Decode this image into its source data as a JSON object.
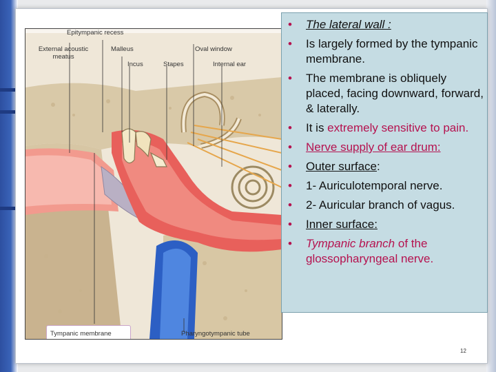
{
  "figure": {
    "labels": {
      "epitympanic_recess": "Epitympanic recess",
      "external_acoustic_meatus": "External acoustic meatus",
      "malleus": "Malleus",
      "incus": "Incus",
      "stapes": "Stapes",
      "oval_window": "Oval window",
      "internal_ear": "Internal ear",
      "tympanic_membrane": "Tympanic membrane",
      "pharyngotympanic_tube": "Pharyngotympanic tube"
    }
  },
  "bullets": {
    "b1": "The lateral wall :",
    "b2": "Is largely formed by the tympanic membrane.",
    "b3": "The membrane is obliquely placed, facing downward, forward, & laterally.",
    "b4_pre": "It is ",
    "b4_em": "extremely sensitive to pain.",
    "b5": "Nerve supply of ear drum:",
    "b6_u": "Outer surface",
    "b6_rest": ":",
    "b7": "1- Auriculotemporal nerve.",
    "b8": "2- Auricular branch of vagus.",
    "b9": "Inner surface:",
    "b10_em": "Tympanic branch",
    "b10_rest": " of the glossopharyngeal nerve."
  },
  "bullet_glyph": "•",
  "page_number": "12",
  "colors": {
    "accent_pink": "#b5124f",
    "textbox_bg": "#c5dce3",
    "frame_blue": "#2d4fa0"
  }
}
